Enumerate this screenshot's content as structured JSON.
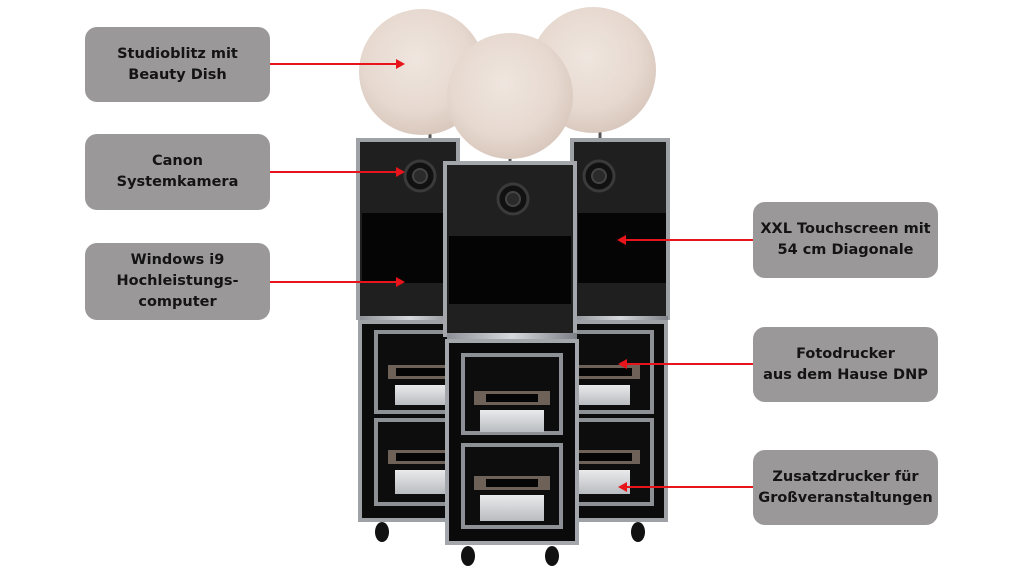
{
  "figure": {
    "subject": "photo-booth-system",
    "arrow_color": "#e8141b",
    "label_bg": "#9a9899",
    "label_text_color": "#141414"
  },
  "labels": [
    {
      "id": "studioblitz",
      "lines": [
        "Studioblitz mit",
        "Beauty Dish"
      ],
      "side": "left",
      "points_to": "beauty-dish-lamp"
    },
    {
      "id": "kamera",
      "lines": [
        "Canon",
        "Systemkamera"
      ],
      "side": "left",
      "points_to": "camera"
    },
    {
      "id": "computer",
      "lines": [
        "Windows i9",
        "Hochleistungs-",
        "computer"
      ],
      "side": "left",
      "points_to": "computer-compartment"
    },
    {
      "id": "touchscreen",
      "lines": [
        "XXL Touchscreen mit",
        "54 cm Diagonale"
      ],
      "side": "right",
      "points_to": "touchscreen"
    },
    {
      "id": "fotodrucker",
      "lines": [
        "Fotodrucker",
        "aus dem Hause DNP"
      ],
      "side": "right",
      "points_to": "photo-printer"
    },
    {
      "id": "zusatzdrucker",
      "lines": [
        "Zusatzdrucker für",
        "Großveranstaltungen"
      ],
      "side": "right",
      "points_to": "additional-printer"
    }
  ]
}
